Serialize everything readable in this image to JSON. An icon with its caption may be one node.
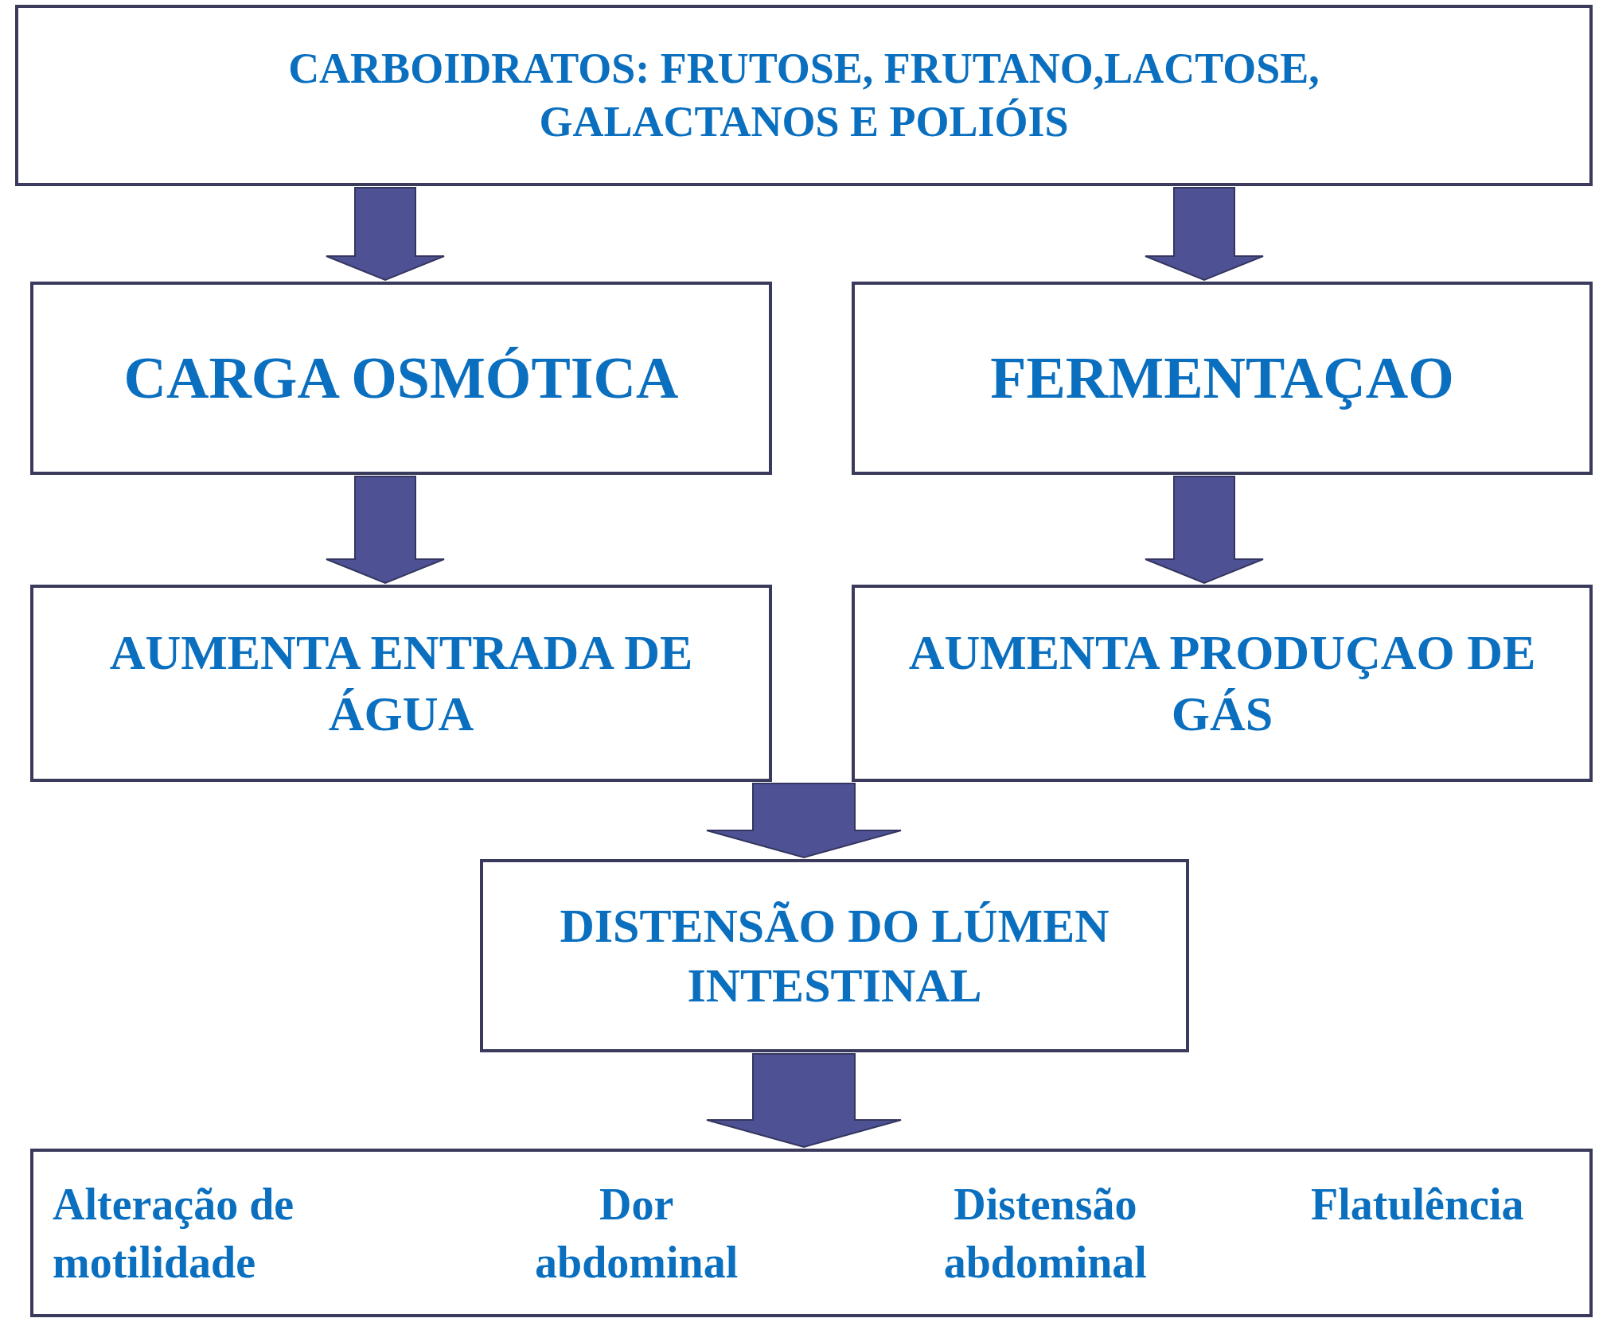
{
  "diagram": {
    "nodes": [
      {
        "text": [
          "CARBOIDRATOS: FRUTOSE, FRUTANO,LACTOSE, GALACTANOS E POLIÓIS"
        ]
      },
      {
        "text": [
          "CARGA OSMÓTICA"
        ]
      },
      {
        "text": [
          "FERMENTAÇAO"
        ]
      },
      {
        "text": [
          "AUMENTA ENTRADA DE ÁGUA"
        ]
      },
      {
        "text": [
          "AUMENTA PRODUÇAO DE  GÁS"
        ]
      },
      {
        "text": [
          "DISTENSÃO DO LÚMEN INTESTINAL"
        ]
      },
      {
        "text": [
          "Alteração de motilidade",
          "Dor abdominal",
          "Distensão abdominal",
          "Flatulência"
        ]
      }
    ],
    "edges": [
      {
        "from": 0,
        "to": 1,
        "arrow": "to"
      },
      {
        "from": 0,
        "to": 2,
        "arrow": "to"
      },
      {
        "from": 1,
        "to": 3,
        "arrow": "to"
      },
      {
        "from": 2,
        "to": 4,
        "arrow": "to"
      },
      {
        "from": 3,
        "to": 5,
        "arrow": "to"
      },
      {
        "from": 4,
        "to": 5,
        "arrow": "to"
      },
      {
        "from": 5,
        "to": 6,
        "arrow": "to"
      }
    ]
  }
}
